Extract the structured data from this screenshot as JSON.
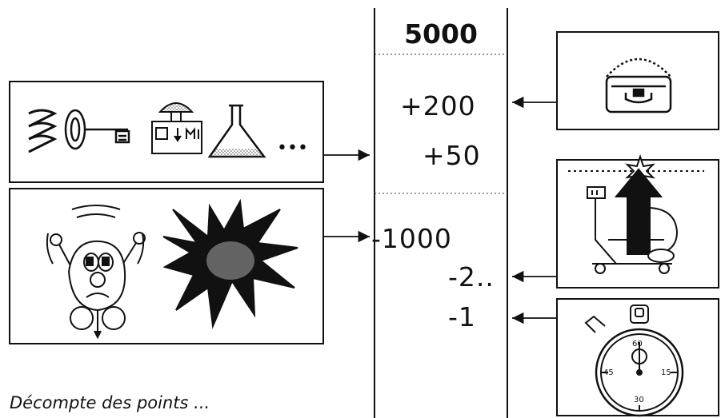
{
  "total": "5000",
  "scores": {
    "bonus_chest": "+200",
    "bonus_objects": "+50",
    "penalty_hit": "-1000",
    "penalty_lift": "-2..",
    "penalty_time": "-1"
  },
  "objects_ellipsis": "•••",
  "stopwatch_marks": [
    "60",
    "15",
    "30",
    "45"
  ],
  "caption": "Décompte des points ..."
}
